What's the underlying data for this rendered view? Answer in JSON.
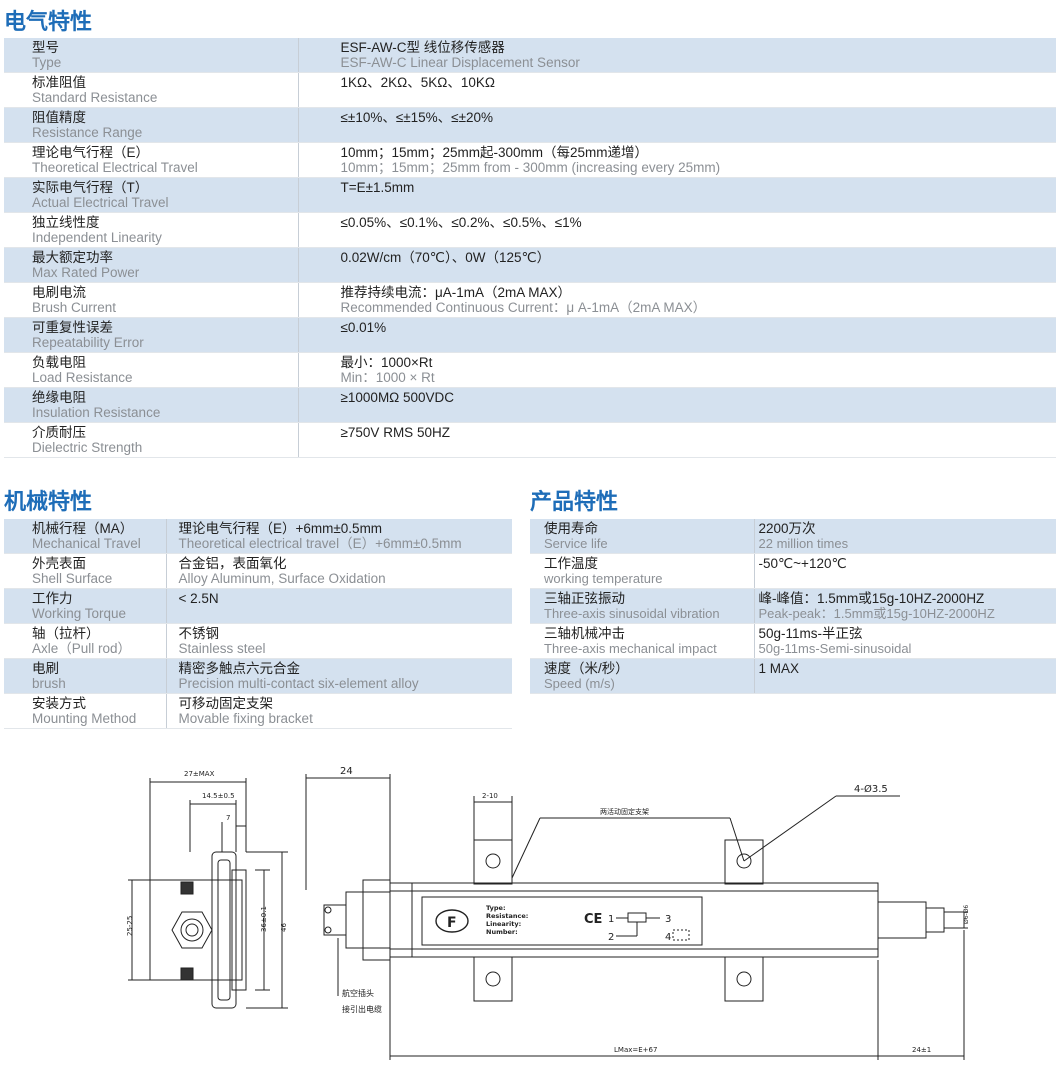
{
  "electrical": {
    "title": "电气特性",
    "rows": [
      {
        "zh": "型号",
        "en": "Type",
        "v1": "ESF-AW-C型 线位移传感器",
        "v2": "ESF-AW-C Linear Displacement Sensor"
      },
      {
        "zh": "标准阻值",
        "en": "Standard Resistance",
        "v1": "1KΩ、2KΩ、5KΩ、10KΩ",
        "v2": ""
      },
      {
        "zh": "阻值精度",
        "en": "Resistance Range",
        "v1": "≤±10%、≤±15%、≤±20%",
        "v2": ""
      },
      {
        "zh": "理论电气行程（E）",
        "en": "Theoretical Electrical Travel",
        "v1": "10mm；15mm；25mm起-300mm（每25mm递增）",
        "v2": "10mm；15mm；25mm from - 300mm (increasing every 25mm)"
      },
      {
        "zh": "实际电气行程（T）",
        "en": "Actual Electrical Travel",
        "v1": "T=E±1.5mm",
        "v2": ""
      },
      {
        "zh": "独立线性度",
        "en": "Independent Linearity",
        "v1": "≤0.05%、≤0.1%、≤0.2%、≤0.5%、≤1%",
        "v2": ""
      },
      {
        "zh": "最大额定功率",
        "en": "Max Rated Power",
        "v1": "0.02W/cm（70℃）、0W（125℃）",
        "v2": ""
      },
      {
        "zh": "电刷电流",
        "en": "Brush Current",
        "v1": "推荐持续电流：μA-1mA（2mA MAX）",
        "v2": "Recommended Continuous Current：μ A-1mA（2mA MAX）"
      },
      {
        "zh": "可重复性误差",
        "en": "Repeatability Error",
        "v1": "≤0.01%",
        "v2": ""
      },
      {
        "zh": "负载电阻",
        "en": "Load Resistance",
        "v1": "最小：1000×Rt",
        "v2": "Min：1000 × Rt"
      },
      {
        "zh": "绝缘电阻",
        "en": "Insulation Resistance",
        "v1": "≥1000MΩ 500VDC",
        "v2": ""
      },
      {
        "zh": "介质耐压",
        "en": "Dielectric Strength",
        "v1": "≥750V RMS 50HZ",
        "v2": ""
      }
    ]
  },
  "mechanical": {
    "title": "机械特性",
    "rows": [
      {
        "zh": "机械行程（MA）",
        "en": "Mechanical Travel",
        "v1": "理论电气行程（E）+6mm±0.5mm",
        "v2": "Theoretical electrical travel（E）+6mm±0.5mm"
      },
      {
        "zh": "外壳表面",
        "en": "Shell Surface",
        "v1": "合金铝，表面氧化",
        "v2": "Alloy Aluminum, Surface Oxidation"
      },
      {
        "zh": "工作力",
        "en": "Working Torque",
        "v1": "< 2.5N",
        "v2": ""
      },
      {
        "zh": "轴（拉杆）",
        "en": "Axle（Pull rod）",
        "v1": "不锈钢",
        "v2": "Stainless steel"
      },
      {
        "zh": "电刷",
        "en": "brush",
        "v1": "精密多触点六元合金",
        "v2": "Precision multi-contact six-element alloy"
      },
      {
        "zh": "安装方式",
        "en": "Mounting Method",
        "v1": "可移动固定支架",
        "v2": "Movable fixing bracket"
      }
    ]
  },
  "product": {
    "title": "产品特性",
    "rows": [
      {
        "zh": "使用寿命",
        "en": "Service life",
        "v1": "2200万次",
        "v2": "22 million times"
      },
      {
        "zh": "工作温度",
        "en": "working temperature",
        "v1": "-50℃~+120℃",
        "v2": ""
      },
      {
        "zh": "三轴正弦振动",
        "en": "Three-axis sinusoidal vibration",
        "v1": "峰-峰值：1.5mm或15g-10HZ-2000HZ",
        "v2": "Peak-peak：1.5mm或15g-10HZ-2000HZ"
      },
      {
        "zh": "三轴机械冲击",
        "en": "Three-axis mechanical impact",
        "v1": "50g-11ms-半正弦",
        "v2": "50g-11ms-Semi-sinusoidal"
      },
      {
        "zh": "速度（米/秒）",
        "en": "Speed (m/s)",
        "v1": "1 MAX",
        "v2": ""
      }
    ]
  },
  "drawing": {
    "dim_27": "27±MAX",
    "dim_14": "14.5±0.5",
    "dim_7": "7",
    "dim_25": "25-25",
    "dim_36": "36±0.1",
    "dim_46": "46",
    "dim_24": "24",
    "dim_2_10": "2-10",
    "bracket_note": "两活动固定支架",
    "hole_note": "4-Ø3.5",
    "plug_note_1": "航空插头",
    "plug_note_2": "接引出电缆",
    "dim_lmax": "LMax=E+67",
    "dim_24_1": "24±1",
    "dim_rod": "Ø6-Ø6",
    "label_type": "Type:",
    "label_resistance": "Resistance:",
    "label_linearity": "Linearity:",
    "label_number": "Number:",
    "ce_mark": "CE",
    "pin_1": "1",
    "pin_2": "2",
    "pin_3": "3",
    "pin_4": "4",
    "logo_letter": "F"
  }
}
